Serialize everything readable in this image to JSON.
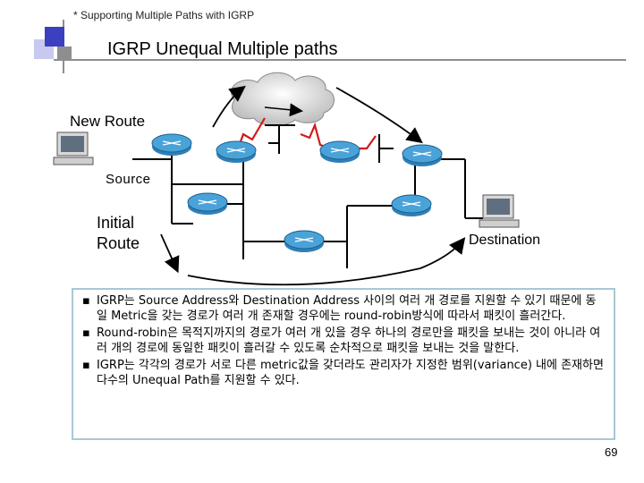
{
  "header_note": "* Supporting Multiple Paths with IGRP",
  "title": "IGRP Unequal Multiple paths",
  "diagram": {
    "labels": {
      "new_route": "New Route",
      "source": "Source",
      "initial_line1": "Initial",
      "initial_line2": "Route",
      "destination": "Destination"
    }
  },
  "bullets": [
    {
      "mark": "▪",
      "text": "IGRP는 Source Address와 Destination Address 사이의 여러 개 경로를 지원할 수 있기 때문에 동일 Metric을 갖는 경로가 여러 개 존재할 경우에는 round-robin방식에 따라서 패킷이 흘러간다."
    },
    {
      "mark": "▪",
      "text": " Round-robin은 목적지까지의 경로가 여러 개 있을 경우 하나의 경로만을 패킷을 보내는 것이 아니라 여러 개의 경로에 동일한 패킷이 흘러갈 수 있도록 순차적으로 패킷을 보내는 것을 말한다."
    },
    {
      "mark": "▪",
      "text": " IGRP는 각각의 경로가 서로 다른 metric값을 갖더라도 관리자가 지정한 범위(variance) 내에 존재하면 다수의 Unequal Path를 지원할 수 있다."
    }
  ],
  "page_number": "69",
  "colors": {
    "accent_blue": "#3b3fc0",
    "serial_red": "#d11a1a",
    "router_blue": "#2f7fb8",
    "box_border": "#a9c7d6"
  },
  "icons": [
    "computer-icon",
    "router-icon",
    "cloud-icon",
    "arrow-icon"
  ]
}
